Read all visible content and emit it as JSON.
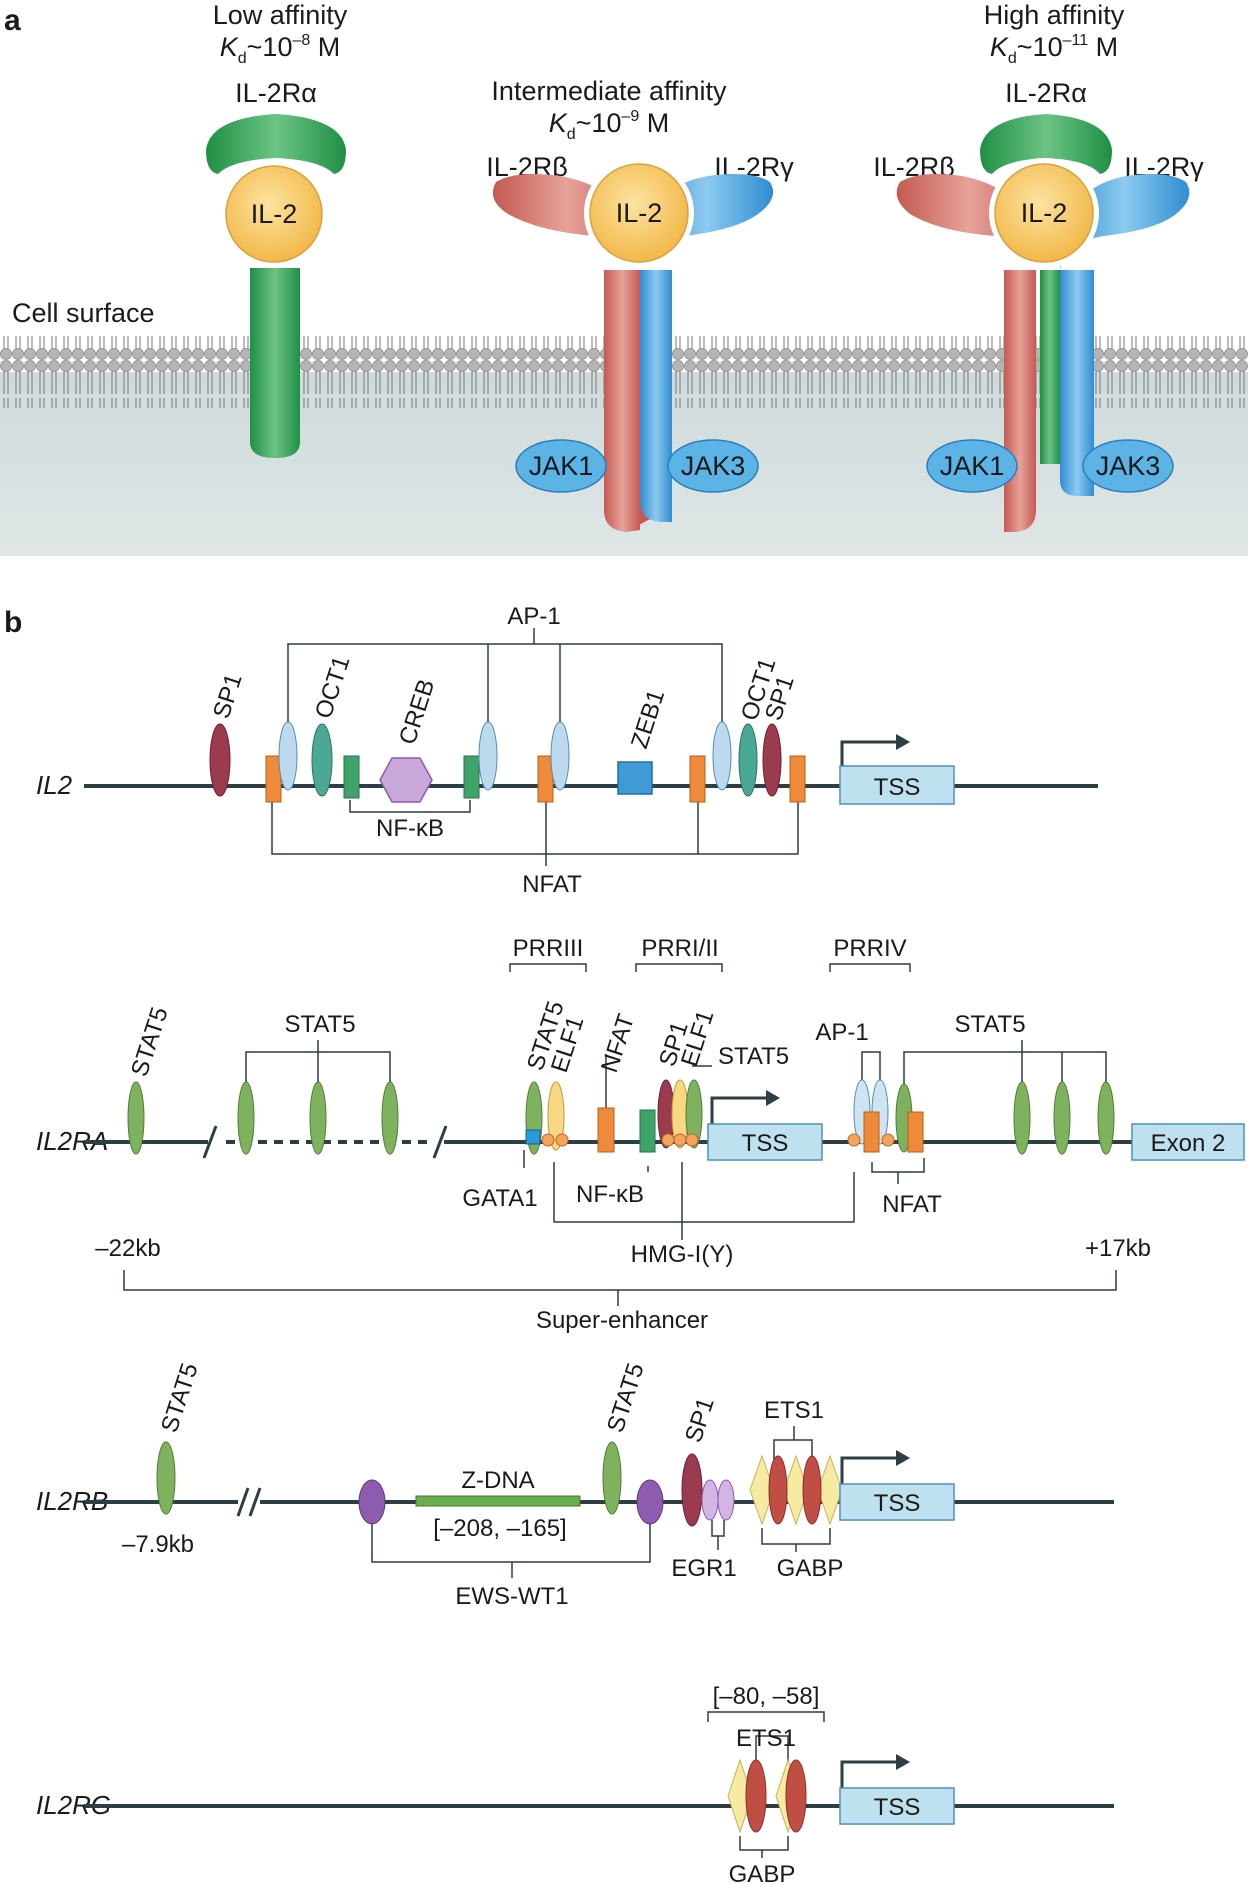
{
  "panel_a": {
    "letter": "a",
    "cell_surface": "Cell surface",
    "low": {
      "title": "Low affinity",
      "kd_k": "K",
      "kd_d": "d",
      "kd_rest": "~10",
      "kd_exp": "–8",
      "kd_unit": " M",
      "alpha": "IL-2Rα",
      "il2": "IL-2"
    },
    "mid": {
      "title": "Intermediate affinity",
      "kd_k": "K",
      "kd_d": "d",
      "kd_rest": "~10",
      "kd_exp": "–9",
      "kd_unit": " M",
      "beta": "IL-2Rβ",
      "gamma": "IL-2Rγ",
      "il2": "IL-2",
      "jak1": "JAK1",
      "jak3": "JAK3"
    },
    "high": {
      "title": "High affinity",
      "kd_k": "K",
      "kd_d": "d",
      "kd_rest": "~10",
      "kd_exp": "–11",
      "kd_unit": " M",
      "alpha": "IL-2Rα",
      "beta": "IL-2Rβ",
      "gamma": "IL-2Rγ",
      "il2": "IL-2",
      "jak1": "JAK1",
      "jak3": "JAK3"
    }
  },
  "panel_b": {
    "letter": "b",
    "il2": {
      "gene": "IL2",
      "sp1a": "SP1",
      "oct1a": "OCT1",
      "creb": "CREB",
      "ap1": "AP-1",
      "zeb1": "ZEB1",
      "oct1b": "OCT1",
      "sp1b": "SP1",
      "nfkb": "NF-κB",
      "nfat": "NFAT",
      "tss": "TSS"
    },
    "il2ra": {
      "gene": "IL2RA",
      "stat5a": "STAT5",
      "stat5b": "STAT5",
      "prriii": "PRRIII",
      "prri": "PRRI/II",
      "prriv": "PRRIV",
      "stat5c": "STAT5",
      "elf1a": "ELF1",
      "nfat_top": "NFAT",
      "sp1": "SP1",
      "elf1b": "ELF1",
      "stat5d": "STAT5",
      "ap1": "AP-1",
      "stat5e": "STAT5",
      "tss": "TSS",
      "exon2": "Exon 2",
      "gata1": "GATA1",
      "nfkb": "NF-κB",
      "nfat_bot": "NFAT",
      "hmg": "HMG-I(Y)",
      "minus22": "–22kb",
      "plus17": "+17kb",
      "super": "Super-enhancer"
    },
    "il2rb": {
      "gene": "IL2RB",
      "stat5a": "STAT5",
      "pos": "–7.9kb",
      "zdna": "Z-DNA",
      "range": "[–208, –165]",
      "stat5b": "STAT5",
      "sp1": "SP1",
      "ets1": "ETS1",
      "egr1": "EGR1",
      "gabp": "GABP",
      "ews": "EWS-WT1",
      "tss": "TSS"
    },
    "il2rg": {
      "gene": "IL2RG",
      "range": "[–80, –58]",
      "ets1": "ETS1",
      "gabp": "GABP",
      "tss": "TSS"
    }
  },
  "colors": {
    "green": "#2e9e55",
    "red": "#c96860",
    "blue": "#3f9ad6",
    "yellow": "#f4c55c",
    "tss": "#bfe0ef",
    "orange": "#ee8a3a",
    "teal": "#4aa894",
    "maroon": "#9c3a50",
    "purple": "#8d5cae"
  }
}
